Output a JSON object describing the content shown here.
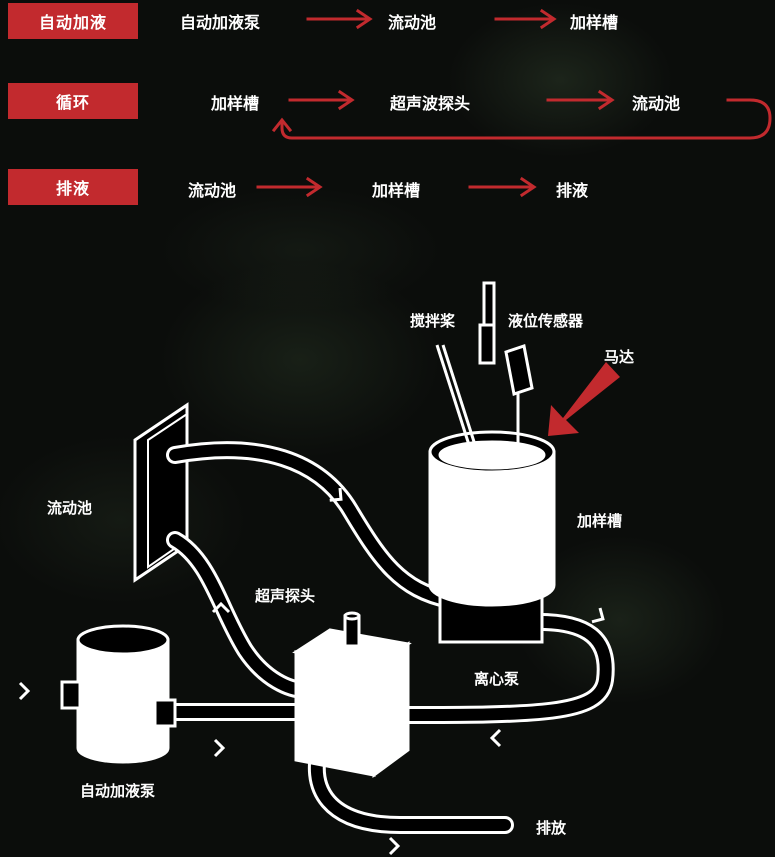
{
  "process": {
    "fill": {
      "tag": "自动加液",
      "steps": [
        "自动加液泵",
        "流动池",
        "加样槽"
      ]
    },
    "circulate": {
      "tag": "循环",
      "steps": [
        "加样槽",
        "超声波探头",
        "流动池"
      ]
    },
    "drain": {
      "tag": "排液",
      "steps": [
        "流动池",
        "加样槽",
        "排液"
      ]
    }
  },
  "diagram": {
    "labels": {
      "stirrer": "搅拌桨",
      "level_sensor": "液位传感器",
      "motor": "马达",
      "sample_tank": "加样槽",
      "flow_cell": "流动池",
      "ultrasonic_probe": "超声探头",
      "centrifugal_pump": "离心泵",
      "auto_fill_pump": "自动加液泵",
      "drain": "排放"
    }
  },
  "colors": {
    "accent_red": "#c22a2e",
    "background": "#0b0d0b",
    "line_white": "#ffffff"
  }
}
